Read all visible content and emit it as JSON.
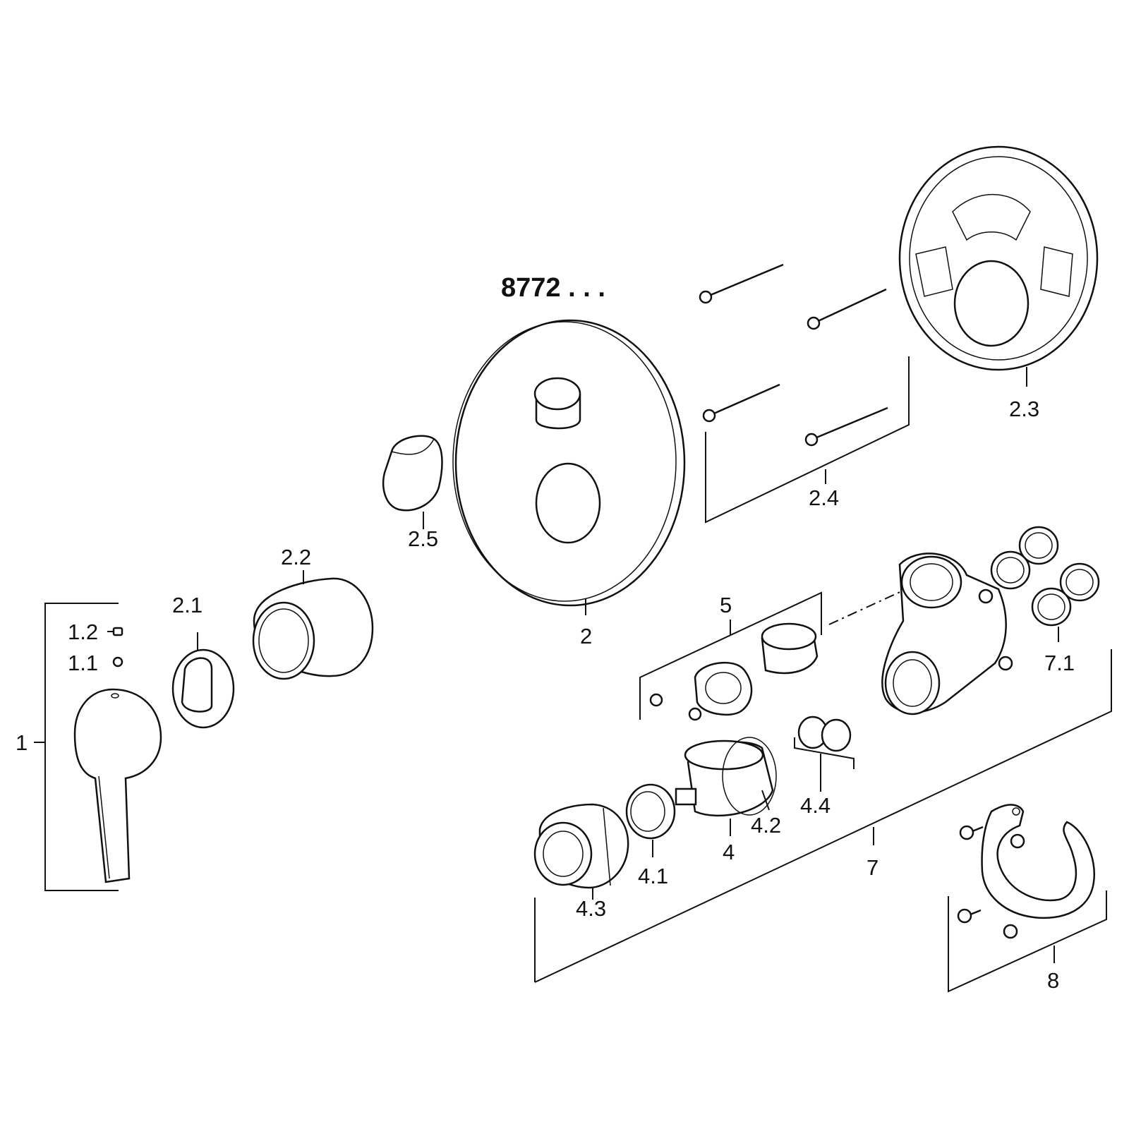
{
  "model_number": "8772 . . .",
  "labels": {
    "p1": "1",
    "p1_1": "1.1",
    "p1_2": "1.2",
    "p2": "2",
    "p2_1": "2.1",
    "p2_2": "2.2",
    "p2_3": "2.3",
    "p2_4": "2.4",
    "p2_5": "2.5",
    "p4": "4",
    "p4_1": "4.1",
    "p4_2": "4.2",
    "p4_3": "4.3",
    "p4_4": "4.4",
    "p5": "5",
    "p7": "7",
    "p7_1": "7.1",
    "p8": "8"
  }
}
